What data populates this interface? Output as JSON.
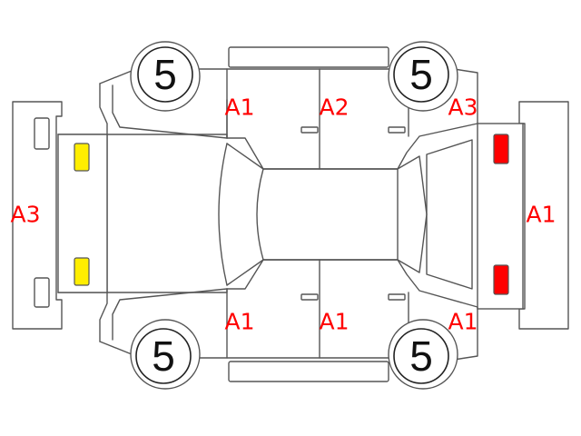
{
  "colors": {
    "line": "#555555",
    "damage_label": "#ff0000",
    "front_lamp": "#ffee00",
    "rear_lamp": "#ff0000"
  },
  "wheels": {
    "top_left": "5",
    "top_right": "5",
    "bottom_left": "5",
    "bottom_right": "5"
  },
  "damage_codes": {
    "front_bumper": "A3",
    "front_left_door": "A1",
    "rear_left_door": "A2",
    "rear_left_fender": "A3",
    "rear_bumper": "A1",
    "front_right_door": "A1",
    "rear_right_door": "A1",
    "rear_right_fender": "A1"
  }
}
